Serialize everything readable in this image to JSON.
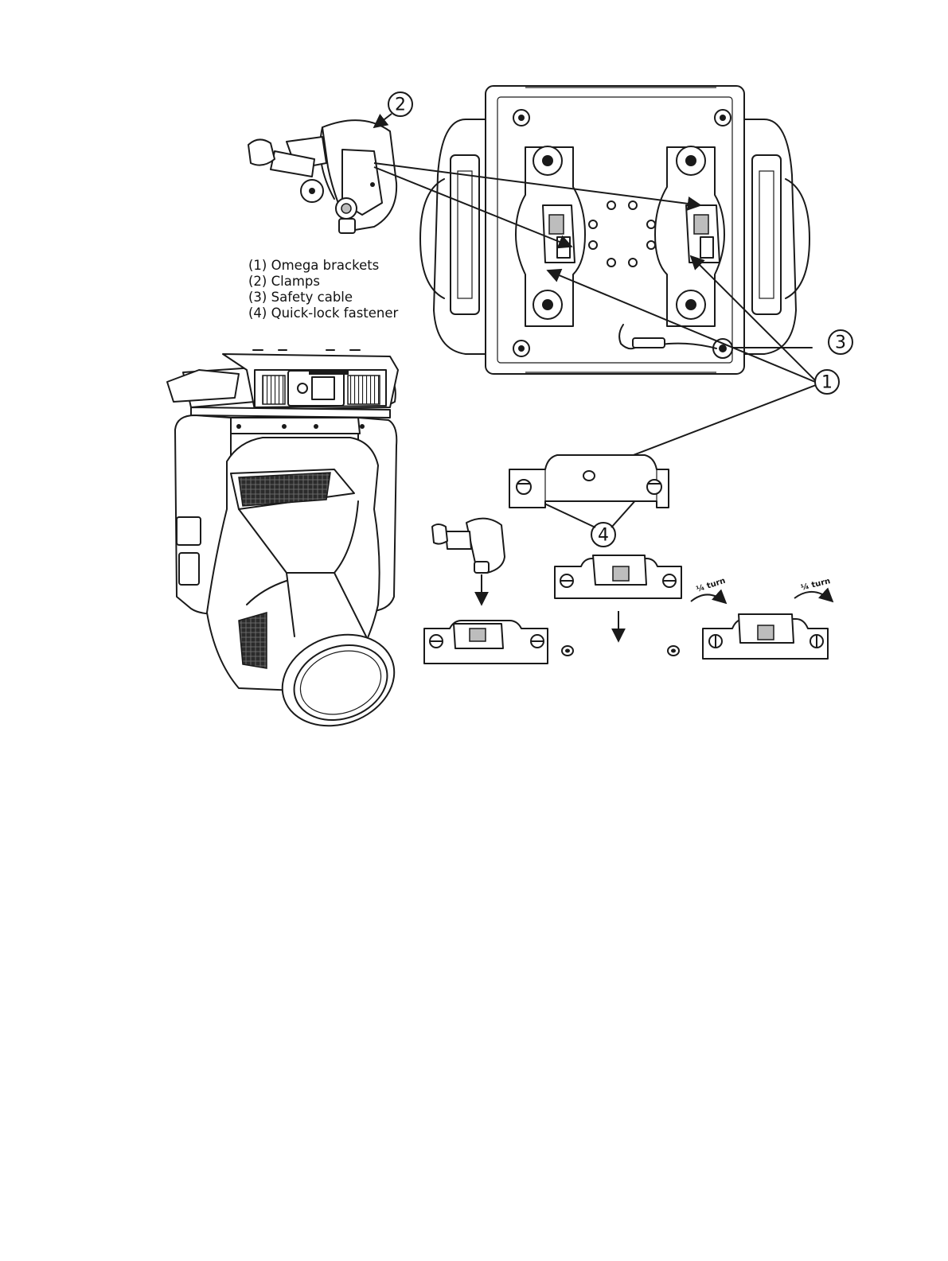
{
  "legend": [
    {
      "key": "1",
      "text": "(1) Omega brackets"
    },
    {
      "key": "2",
      "text": "(2) Clamps"
    },
    {
      "key": "3",
      "text": "(3) Safety cable"
    },
    {
      "key": "4",
      "text": "(4) Quick-lock fastener"
    }
  ],
  "callouts": {
    "omega_brackets": "1",
    "clamps": "2",
    "safety_cable": "3",
    "quick_lock": "4"
  },
  "turn_labels": {
    "left": "¼ turn",
    "right": "¼ turn"
  },
  "colors": {
    "line": "#1a1a1a",
    "background": "#ffffff"
  }
}
